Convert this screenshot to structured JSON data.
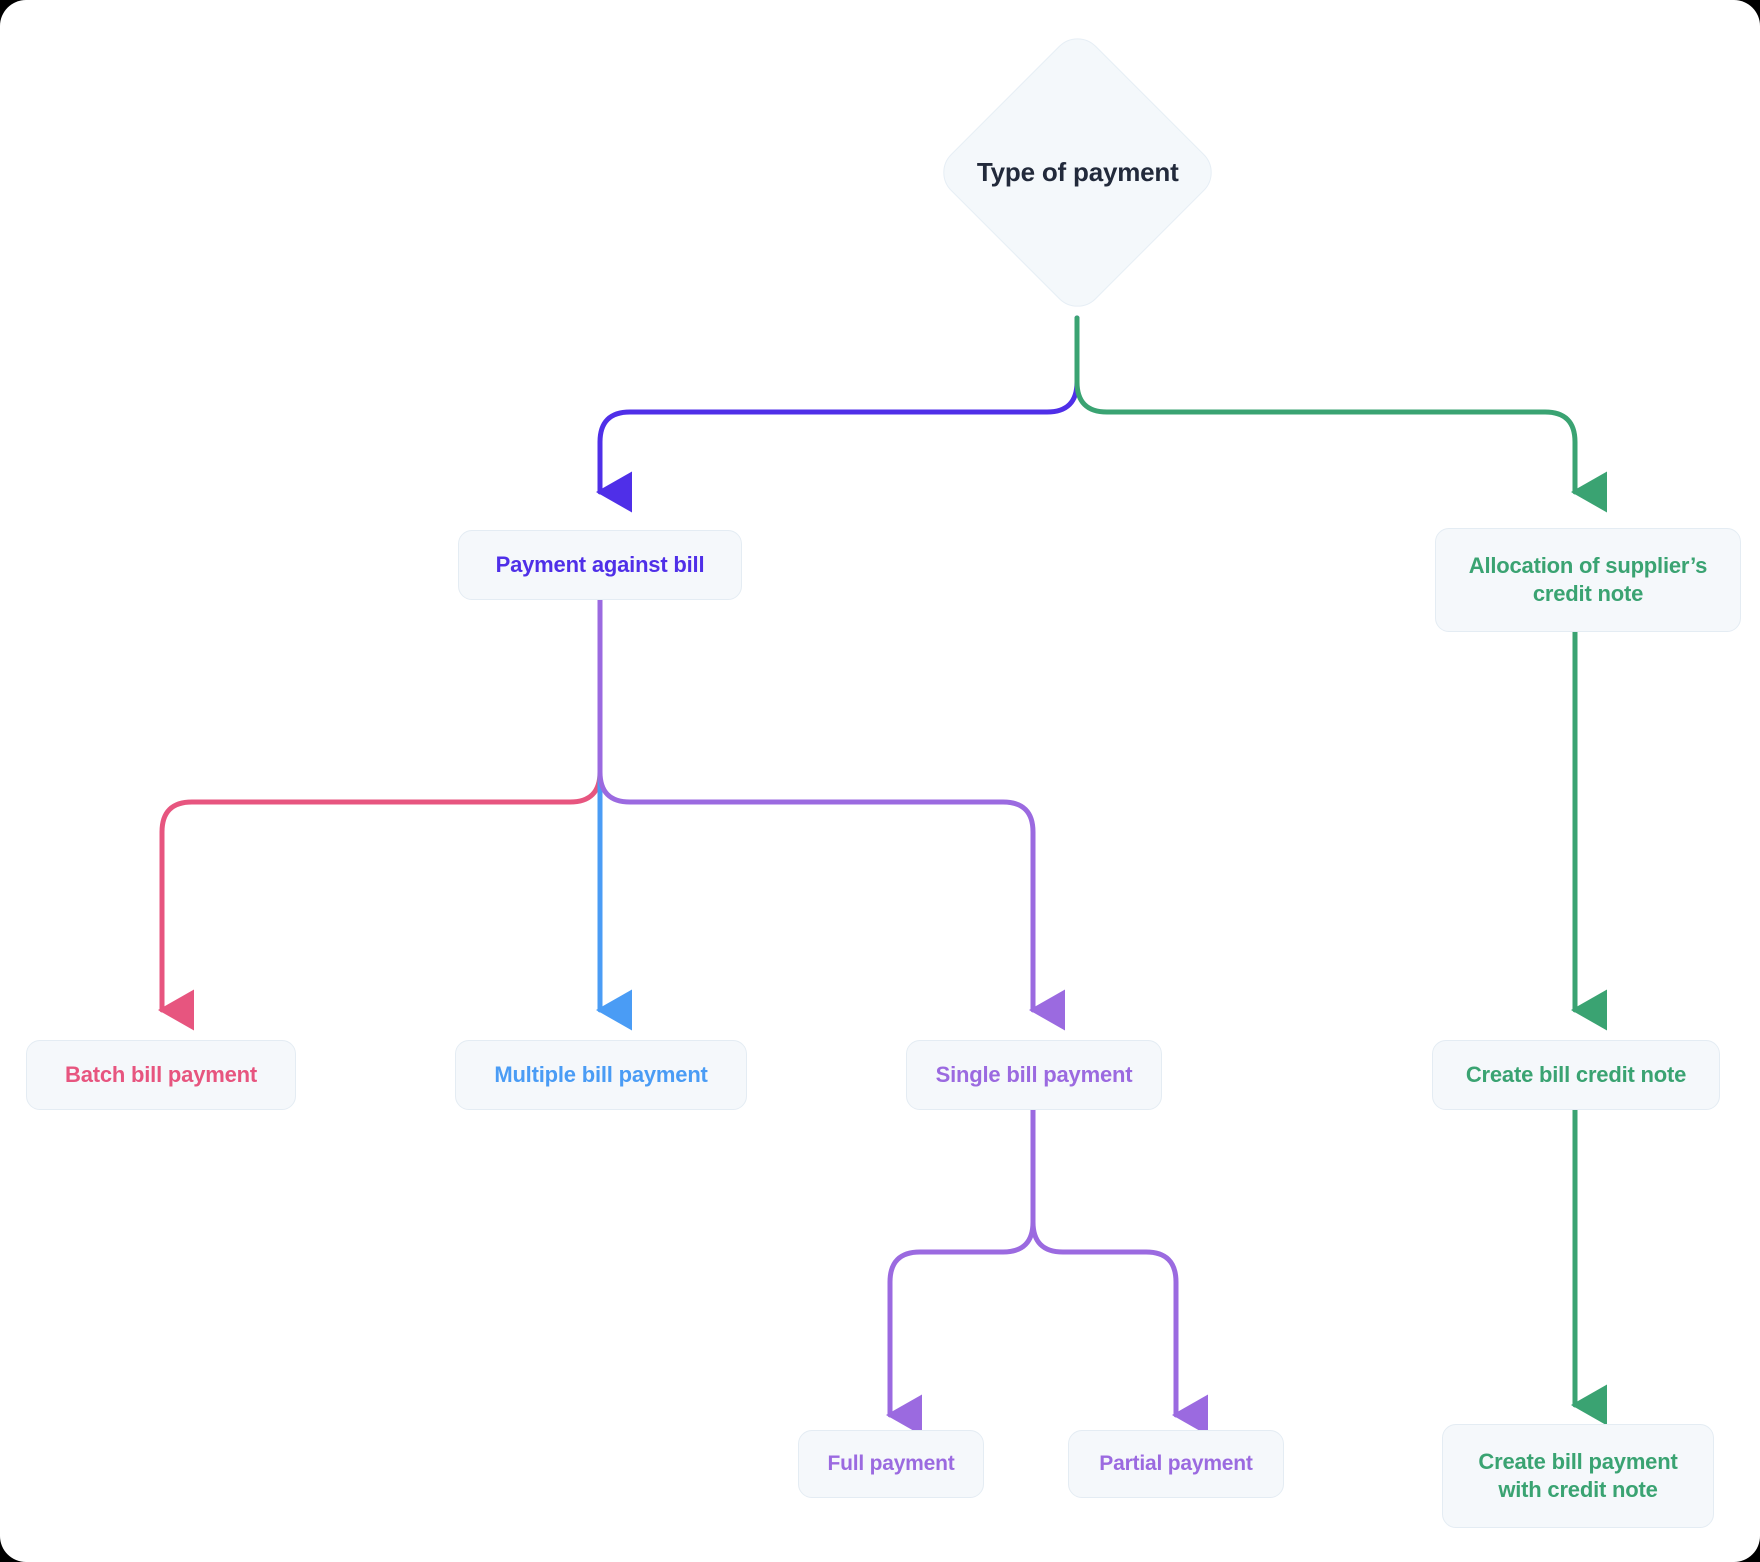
{
  "diagram": {
    "title": "Type of payment",
    "type": "flowchart",
    "background": "#ffffff",
    "node_fill": "#f5f8fb",
    "node_border": "#e4ecf3",
    "colors": {
      "root_text": "#222a3b",
      "indigo": "#4f2fe8",
      "green": "#3aa372",
      "blue": "#4a9cf5",
      "pink": "#e7557f",
      "violet": "#9b6ae0",
      "purple": "#8f5ce0"
    },
    "nodes": [
      {
        "id": "root",
        "label": "Type of payment",
        "shape": "diamond",
        "color": "#222a3b"
      },
      {
        "id": "payment-against-bill",
        "label": "Payment against bill",
        "shape": "rounded-rect",
        "color": "#4f2fe8"
      },
      {
        "id": "allocation-credit-note",
        "label": "Allocation of supplier’s\ncredit note",
        "shape": "rounded-rect",
        "color": "#3aa372"
      },
      {
        "id": "batch-bill-payment",
        "label": "Batch bill payment",
        "shape": "rounded-rect",
        "color": "#e7557f"
      },
      {
        "id": "multiple-bill-payment",
        "label": "Multiple bill payment",
        "shape": "rounded-rect",
        "color": "#4a9cf5"
      },
      {
        "id": "single-bill-payment",
        "label": "Single bill payment",
        "shape": "rounded-rect",
        "color": "#9b6ae0"
      },
      {
        "id": "create-bill-credit-note",
        "label": "Create bill credit note",
        "shape": "rounded-rect",
        "color": "#3aa372"
      },
      {
        "id": "full-payment",
        "label": "Full payment",
        "shape": "rounded-rect",
        "color": "#9b6ae0"
      },
      {
        "id": "partial-payment",
        "label": "Partial payment",
        "shape": "rounded-rect",
        "color": "#9b6ae0"
      },
      {
        "id": "create-bill-payment-credit-note",
        "label": "Create bill payment\nwith credit note",
        "shape": "rounded-rect",
        "color": "#3aa372"
      }
    ],
    "edges": [
      {
        "from": "root",
        "to": "payment-against-bill",
        "color": "#4f2fe8",
        "arrow": true
      },
      {
        "from": "root",
        "to": "allocation-credit-note",
        "color": "#3aa372",
        "arrow": true
      },
      {
        "from": "payment-against-bill",
        "to": "batch-bill-payment",
        "color": "#e7557f",
        "arrow": true
      },
      {
        "from": "payment-against-bill",
        "to": "multiple-bill-payment",
        "color": "#4a9cf5",
        "arrow": true
      },
      {
        "from": "payment-against-bill",
        "to": "single-bill-payment",
        "color": "#9b6ae0",
        "arrow": true
      },
      {
        "from": "allocation-credit-note",
        "to": "create-bill-credit-note",
        "color": "#3aa372",
        "arrow": true
      },
      {
        "from": "single-bill-payment",
        "to": "full-payment",
        "color": "#9b6ae0",
        "arrow": true
      },
      {
        "from": "single-bill-payment",
        "to": "partial-payment",
        "color": "#9b6ae0",
        "arrow": true
      },
      {
        "from": "create-bill-credit-note",
        "to": "create-bill-payment-credit-note",
        "color": "#3aa372",
        "arrow": true
      }
    ]
  }
}
